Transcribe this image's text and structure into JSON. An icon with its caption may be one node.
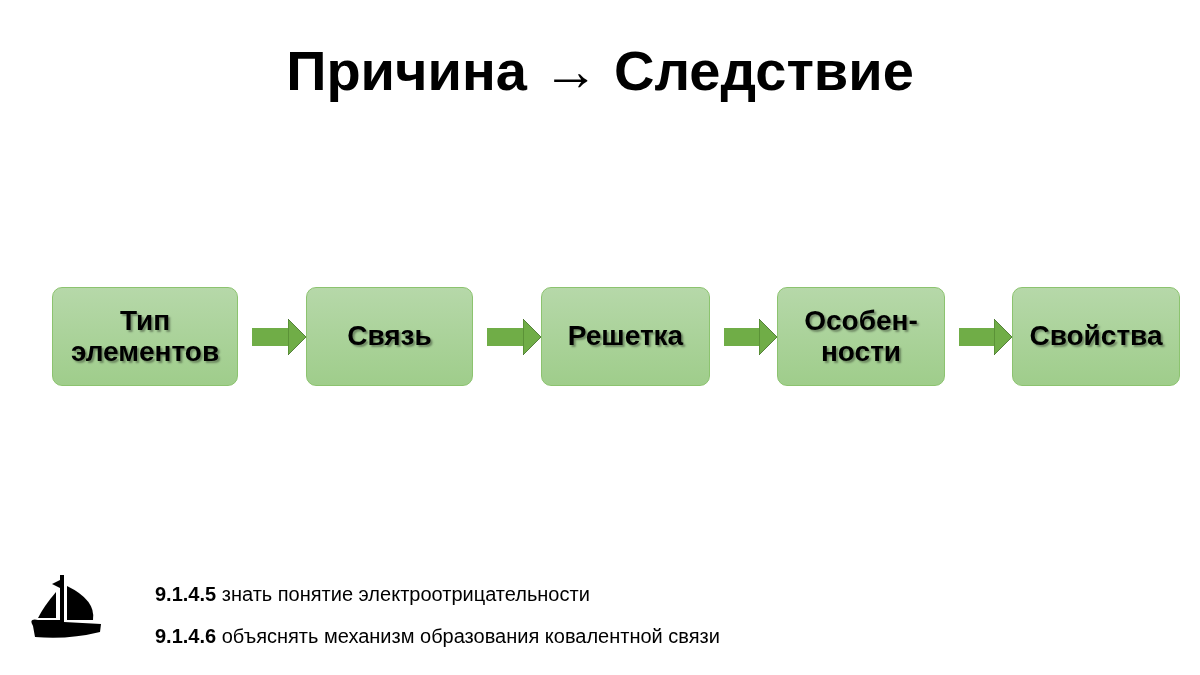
{
  "diagram": {
    "title": "Причина → Следствие",
    "nodes": [
      {
        "text": [
          "Тип элементов"
        ]
      },
      {
        "text": [
          "Связь"
        ]
      },
      {
        "text": [
          "Решетка"
        ]
      },
      {
        "text": [
          "Особен- ности"
        ]
      },
      {
        "text": [
          "Свойства"
        ]
      }
    ],
    "edges": [
      {
        "from": 0,
        "to": 1,
        "arrow": "to"
      },
      {
        "from": 1,
        "to": 2,
        "arrow": "to"
      },
      {
        "from": 2,
        "to": 3,
        "arrow": "to"
      },
      {
        "from": 3,
        "to": 4,
        "arrow": "to"
      }
    ],
    "labels": [
      "**9.1.4.5** знать понятие электроотрицательности",
      "**9.1.4.6** объяснять механизм образования ковалентной связи"
    ]
  }
}
